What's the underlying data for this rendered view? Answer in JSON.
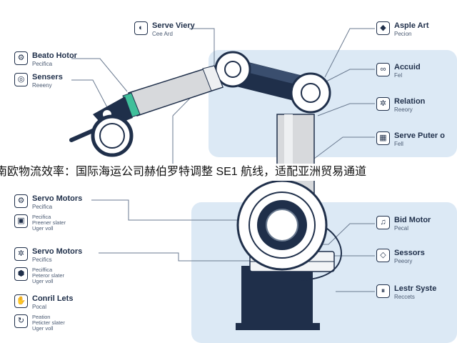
{
  "banner": {
    "text": "南欧物流效率：国际海运公司赫伯罗特调整 SE1 航线，适配亚洲贸易通道"
  },
  "colors": {
    "navy": "#1f2f4a",
    "panel": "#dce9f5",
    "arm": "#d7d9dc",
    "accent": "#3fbf9a"
  },
  "callouts_top": [
    {
      "id": "serve-viery",
      "icon": "target-icon",
      "glyph": "◐",
      "title": "Serve Viery",
      "sub": "Cee Ard"
    },
    {
      "id": "beato-hotor",
      "icon": "motor-icon",
      "glyph": "⚙",
      "title": "Beato Hotor",
      "sub": "Pecifica"
    },
    {
      "id": "sensers",
      "icon": "sensor-icon",
      "glyph": "◎",
      "title": "Sensers",
      "sub": "Reeeny"
    },
    {
      "id": "asple-art",
      "icon": "arm-icon",
      "glyph": "◆",
      "title": "Asple Art",
      "sub": "Pecion"
    },
    {
      "id": "accuid",
      "icon": "link-icon",
      "glyph": "∞",
      "title": "Accuid",
      "sub": "Fel"
    },
    {
      "id": "relation",
      "icon": "gear-icon",
      "glyph": "✲",
      "title": "Relation",
      "sub": "Reeory"
    },
    {
      "id": "serve-puter",
      "icon": "grid-icon",
      "glyph": "▦",
      "title": "Serve Puter o",
      "sub": "Fell"
    }
  ],
  "callouts_bottom": [
    {
      "id": "servo-motors-1",
      "icon": "motor-icon",
      "glyph": "⚙",
      "title": "Servo Motors",
      "sub": "Pecifica"
    },
    {
      "id": "pecifica-1",
      "icon": "chip-icon",
      "glyph": "▣",
      "title": "",
      "lines": [
        "Pecifica",
        "Preener slater",
        "Uger voll"
      ]
    },
    {
      "id": "servo-motors-2",
      "icon": "gear-icon",
      "glyph": "✲",
      "title": "Servo Motors",
      "sub": "Pecifics"
    },
    {
      "id": "pecifica-2",
      "icon": "cube-icon",
      "glyph": "⬢",
      "title": "",
      "lines": [
        "Peciffica",
        "Peteror slater",
        "Uger voll"
      ]
    },
    {
      "id": "conril-lets",
      "icon": "hand-icon",
      "glyph": "✋",
      "title": "Conril Lets",
      "sub": "Pocal"
    },
    {
      "id": "peation",
      "icon": "cycle-icon",
      "glyph": "↻",
      "title": "",
      "lines": [
        "Peation",
        "Peticter slater",
        "Uger voll"
      ]
    },
    {
      "id": "bid-motor",
      "icon": "music-icon",
      "glyph": "♫",
      "title": "Bid Motor",
      "sub": "Pecal"
    },
    {
      "id": "sessors",
      "icon": "diamond-icon",
      "glyph": "◇",
      "title": "Sessors",
      "sub": "Peeory"
    },
    {
      "id": "lestr-syste",
      "icon": "system-icon",
      "glyph": "⏸",
      "title": "Lestr Syste",
      "sub": "Reccets"
    }
  ]
}
